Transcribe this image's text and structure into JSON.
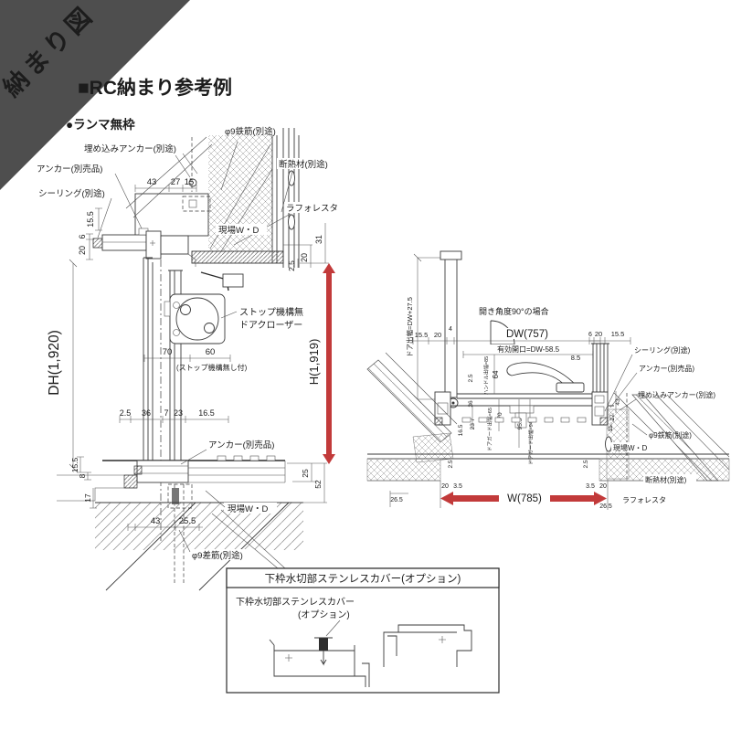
{
  "banner": {
    "label": "納まり図",
    "color": "#4e4e4e"
  },
  "title": "■RC納まり参考例",
  "subtitle": "●ランマ無枠",
  "colors": {
    "arrow_red": "#c23a3a",
    "line": "#3a3a3a"
  },
  "vs": {
    "c": {
      "umekomi": "埋め込みアンカー(別途)",
      "anchor_top": "アンカー(別売品)",
      "sealing": "シーリング(別途)",
      "tekkin": "φ9鉄筋(別途)",
      "dannetsu": "断熱材(別途)",
      "laforesta": "ラフォレスタ",
      "genba_top": "現場W・D",
      "closer1": "ストップ機構無",
      "closer2": "ドアクローザー",
      "closer_note": "(ストップ機構無し付)",
      "anchor_btm": "アンカー(別売品)",
      "genba_btm": "現場W・D",
      "sashikin": "φ9差筋(別途)"
    },
    "d": {
      "d43": "43",
      "d27": "27",
      "d15": "15",
      "d155": "15.5",
      "d6": "6",
      "d20": "20",
      "dh": "DH(1,920)",
      "d31": "31",
      "d20r": "20",
      "d25r": "2.5",
      "h": "H(1,919)",
      "d70": "70",
      "d60": "60",
      "m25": "2.5",
      "m36": "36",
      "m7": "7",
      "m23": "23",
      "m165": "16.5",
      "b155": "15.5",
      "b8": "8",
      "b17": "17",
      "b43": "43",
      "b255": "25.5",
      "r25": "25",
      "r52": "52"
    }
  },
  "ps": {
    "c": {
      "depth": "ドア出幅=DW+27.5",
      "angle": "開き角度90°の場合",
      "sealing": "シーリング(別途)",
      "anchor": "アンカー(別売品)",
      "umekomi": "埋め込みアンカー(別途)",
      "tekkin": "φ9鉄筋(別途)",
      "genba": "現場W・D",
      "dannetsu": "断熱材(別途)",
      "laforesta": "ラフォレスタ",
      "handle": "ハンドル出幅=85",
      "guard65": "ドアガード出幅=65",
      "guard94": "ドアガード出幅=94"
    },
    "d": {
      "dw": "DW(757)",
      "yuko": "有効開口=DW-58.5",
      "w": "W(785)",
      "d155": "15.5",
      "d20": "20",
      "d4": "4",
      "d85": "8.5",
      "d64": "64",
      "d6": "6",
      "d20r": "20",
      "d155r": "15.5",
      "d43": "43",
      "d27": "27",
      "d15": "15",
      "t25": "2.5",
      "t36": "36",
      "t237": "23 7",
      "t165": "16.5",
      "t70": "70",
      "t955": "95.5",
      "b25l": "2.5",
      "b25r": "2.5",
      "b20l": "20",
      "b35l": "3.5",
      "b35r": "3.5",
      "b20r": "20",
      "b265l": "26.5",
      "b265r": "26.5"
    }
  },
  "dt": {
    "header": "下枠水切部ステンレスカバー(オプション)",
    "line1": "下枠水切部ステンレスカバー",
    "line2": "(オプション)"
  }
}
